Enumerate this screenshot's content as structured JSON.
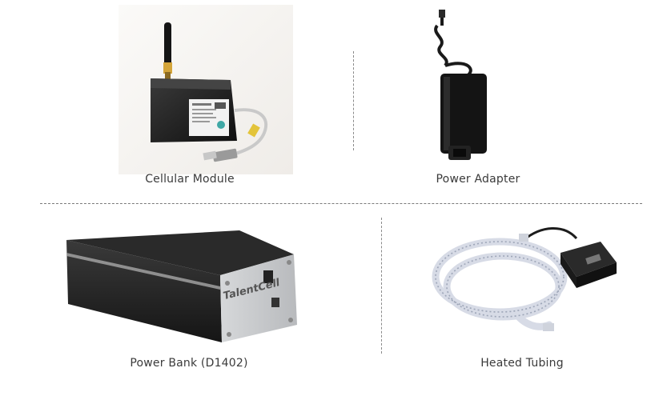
{
  "items": [
    {
      "id": "cellular-module",
      "caption": "Cellular Module"
    },
    {
      "id": "power-adapter",
      "caption": "Power Adapter"
    },
    {
      "id": "power-bank",
      "caption": "Power Bank (D1402)"
    },
    {
      "id": "heated-tubing",
      "caption": "Heated Tubing"
    }
  ],
  "power_bank_brand": "TalentCell"
}
